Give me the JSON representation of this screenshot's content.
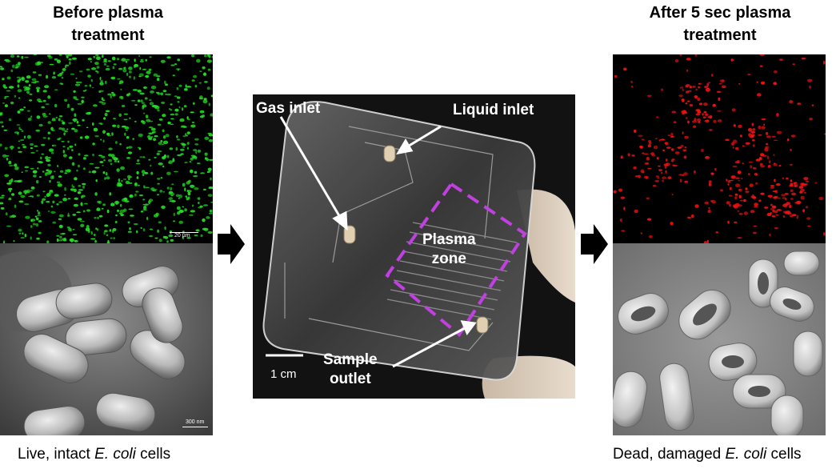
{
  "left": {
    "title_line1": "Before plasma",
    "title_line2": "treatment",
    "fluor_scale": "20 µm",
    "sem_scale": "300 nm",
    "caption_prefix": "Live, intact ",
    "caption_species": "E. coli",
    "caption_suffix": " cells"
  },
  "center": {
    "gas_inlet": "Gas inlet",
    "liquid_inlet": "Liquid inlet",
    "plasma_line1": "Plasma",
    "plasma_line2": "zone",
    "sample_line1": "Sample",
    "sample_line2": "outlet",
    "scale": "1 cm"
  },
  "right": {
    "title_line1": "After 5 sec plasma",
    "title_line2": "treatment",
    "caption_prefix": "Dead, damaged ",
    "caption_species": "E. coli",
    "caption_suffix": " cells"
  },
  "colors": {
    "live_stain": "#22dd22",
    "dead_stain": "#ee1111",
    "plasma_outline": "#c040e0"
  }
}
